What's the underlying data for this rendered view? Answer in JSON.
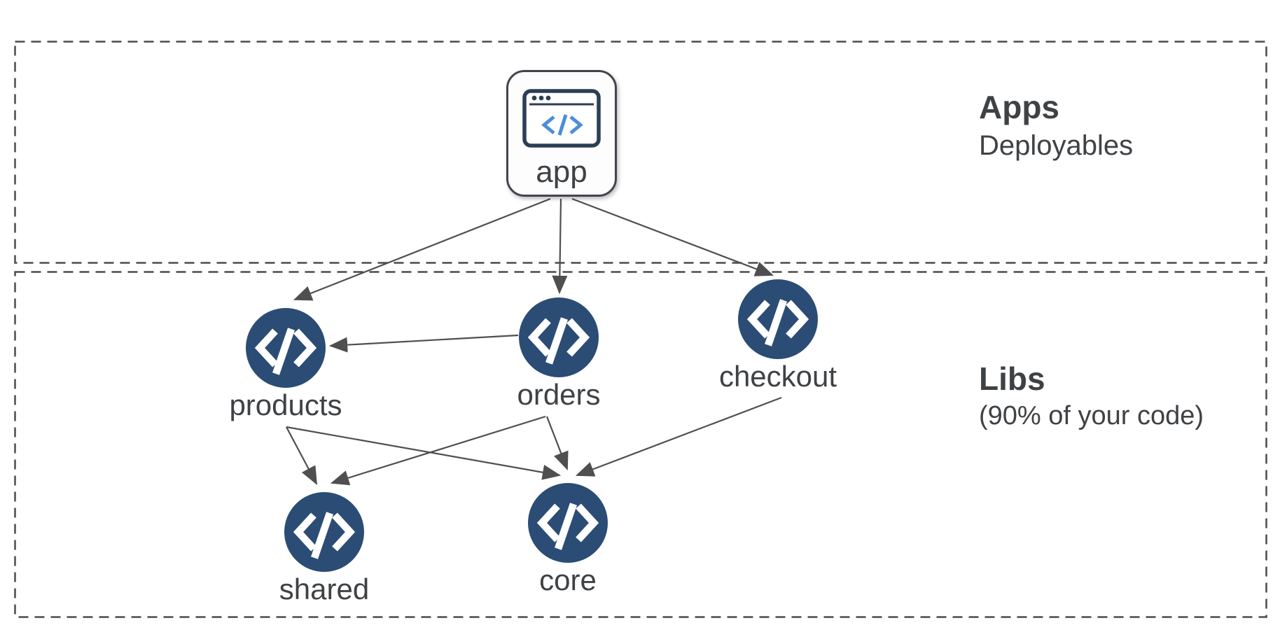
{
  "sections": {
    "apps": {
      "title": "Apps",
      "subtitle": "Deployables"
    },
    "libs": {
      "title": "Libs",
      "subtitle": "(90% of your code)"
    }
  },
  "nodes": {
    "app": {
      "label": "app",
      "type": "application",
      "section": "apps"
    },
    "products": {
      "label": "products",
      "type": "library",
      "section": "libs"
    },
    "orders": {
      "label": "orders",
      "type": "library",
      "section": "libs"
    },
    "checkout": {
      "label": "checkout",
      "type": "library",
      "section": "libs"
    },
    "shared": {
      "label": "shared",
      "type": "library",
      "section": "libs"
    },
    "core": {
      "label": "core",
      "type": "library",
      "section": "libs"
    }
  },
  "edges": [
    {
      "from": "app",
      "to": "products"
    },
    {
      "from": "app",
      "to": "orders"
    },
    {
      "from": "app",
      "to": "checkout"
    },
    {
      "from": "orders",
      "to": "products"
    },
    {
      "from": "products",
      "to": "shared"
    },
    {
      "from": "products",
      "to": "core"
    },
    {
      "from": "orders",
      "to": "shared"
    },
    {
      "from": "orders",
      "to": "core"
    },
    {
      "from": "checkout",
      "to": "core"
    }
  ],
  "colors": {
    "lib_node_fill": "#2b4c74",
    "glyph": "#ffffff",
    "arrow": "#4f4f4f",
    "dashed_border": "#4b4b4b",
    "text": "#3f4245",
    "app_border": "#44444c",
    "app_icon_stroke": "#2c3e54",
    "app_icon_code": "#4a8fd7"
  }
}
